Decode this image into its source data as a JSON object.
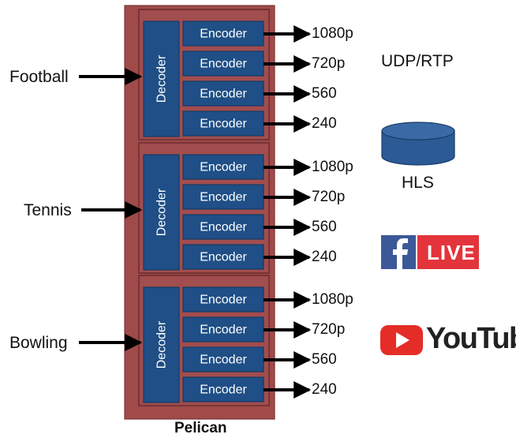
{
  "system": {
    "name": "Pelican"
  },
  "inputs": [
    {
      "label": "Football",
      "decoder_label": "Decoder",
      "encoders": [
        {
          "label": "Encoder",
          "output": "1080p"
        },
        {
          "label": "Encoder",
          "output": "720p"
        },
        {
          "label": "Encoder",
          "output": "560"
        },
        {
          "label": "Encoder",
          "output": "240"
        }
      ]
    },
    {
      "label": "Tennis",
      "decoder_label": "Decoder",
      "encoders": [
        {
          "label": "Encoder",
          "output": "1080p"
        },
        {
          "label": "Encoder",
          "output": "720p"
        },
        {
          "label": "Encoder",
          "output": "560"
        },
        {
          "label": "Encoder",
          "output": "240"
        }
      ]
    },
    {
      "label": "Bowling",
      "decoder_label": "Decoder",
      "encoders": [
        {
          "label": "Encoder",
          "output": "1080p"
        },
        {
          "label": "Encoder",
          "output": "720p"
        },
        {
          "label": "Encoder",
          "output": "560"
        },
        {
          "label": "Encoder",
          "output": "240"
        }
      ]
    }
  ],
  "destinations": {
    "udp": {
      "label": "UDP/RTP"
    },
    "hls": {
      "label": "HLS",
      "icon": "database-cylinder-icon"
    },
    "facebook": {
      "icon": "facebook-f-icon",
      "live_label": "LIVE",
      "fb_color": "#3b5998",
      "live_color": "#e3343b"
    },
    "youtube": {
      "icon": "youtube-play-icon",
      "label": "YouTube",
      "color": "#e52d27"
    }
  },
  "colors": {
    "pelican_box": "#a04a4a",
    "group_box": "#a24d4e",
    "module_fill": "#1f4f86",
    "module_stroke": "#153a66",
    "hls_cylinder": "#2b5a94"
  }
}
